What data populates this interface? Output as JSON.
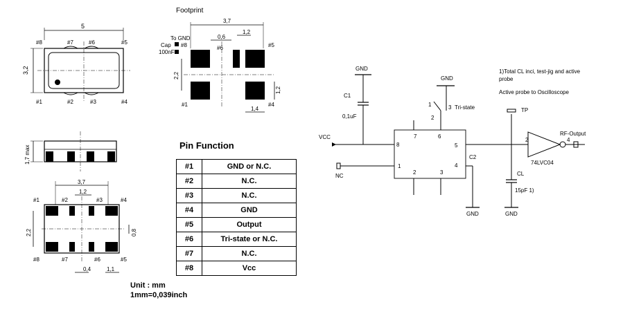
{
  "footprint_title": "Footprint",
  "outline": {
    "width_dim": "5",
    "height_dim": "3,2",
    "pads_top": [
      "#8",
      "#7",
      "#6",
      "#5"
    ],
    "pads_bottom": [
      "#1",
      "#2",
      "#3",
      "#4"
    ]
  },
  "side_view": {
    "height_dim": "1,7 max"
  },
  "footprint": {
    "dim_total": "3,7",
    "dim_gap": "0,6",
    "dim_pad": "1,2",
    "dim_vert": "2,2",
    "dim_pad_h": "1,2",
    "dim_pad_w": "1,4",
    "to_gnd": "To GND",
    "cap_label": "Cap",
    "cap_value": "100nF",
    "pin8": "#8",
    "pin6": "#6",
    "pin5": "#5",
    "pin1": "#1",
    "pin4": "#4"
  },
  "bottom_view": {
    "dim_total": "3,7",
    "dim_mid": "1,2",
    "dim_vert": "2,2",
    "dim_right": "0,8",
    "dim_gap": "0,4",
    "dim_pad": "1,1",
    "labels_top": [
      "#1",
      "#2",
      "#3",
      "#4"
    ],
    "labels_bottom": [
      "#8",
      "#7",
      "#6",
      "#5"
    ]
  },
  "pin_function": {
    "title": "Pin Function",
    "rows": [
      {
        "pin": "#1",
        "function": "GND or N.C."
      },
      {
        "pin": "#2",
        "function": "N.C."
      },
      {
        "pin": "#3",
        "function": "N.C."
      },
      {
        "pin": "#4",
        "function": "GND"
      },
      {
        "pin": "#5",
        "function": "Output"
      },
      {
        "pin": "#6",
        "function": "Tri-state or N.C."
      },
      {
        "pin": "#7",
        "function": "N.C."
      },
      {
        "pin": "#8",
        "function": "Vcc"
      }
    ]
  },
  "units": {
    "line1": "Unit : mm",
    "line2": "1mm=0,039inch"
  },
  "schematic": {
    "gnd": "GND",
    "c1": "C1",
    "c1_value": "0,1uF",
    "vcc": "VCC",
    "nc": "NC",
    "switch_1": "1",
    "switch_3": "3",
    "tri_state": "Tri-state",
    "pin_numbers": [
      "8",
      "7",
      "6",
      "5",
      "1",
      "2",
      "3",
      "4"
    ],
    "switch_2": "2",
    "c2": "C2",
    "tp": "TP",
    "cl": "CL",
    "cl_value": "15pF 1)",
    "rf_output": "RF-Output",
    "gate": "74LVC04",
    "gate_in": "2",
    "gate_out": "4",
    "note1": "1)Total CL inci, test-jig and active",
    "note2": "probe",
    "note3": "Active probe to Oscilloscope"
  }
}
